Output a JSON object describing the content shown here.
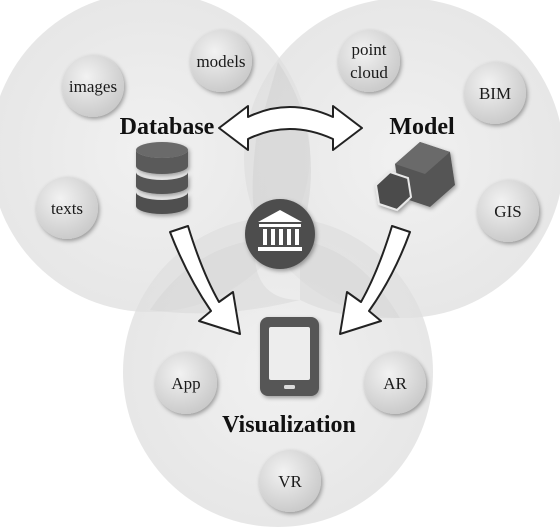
{
  "venn": {
    "database": {
      "title": "Database",
      "items": [
        "images",
        "models",
        "texts"
      ]
    },
    "model": {
      "title": "Model",
      "items": [
        "point",
        "cloud",
        "BIM",
        "GIS"
      ]
    },
    "visualization": {
      "title": "Visualization",
      "items": [
        "App",
        "AR",
        "VR"
      ]
    }
  },
  "icons": {
    "database": "database-stack-icon",
    "model": "hexagon-cubes-icon",
    "visualization": "tablet-device-icon",
    "center": "museum-building-icon"
  },
  "colors": {
    "circle_fill": "#e4e4e4",
    "bubble_fill": "#d6d6d6",
    "icon_dark": "#555555",
    "center_fill": "#4d4d4d"
  }
}
